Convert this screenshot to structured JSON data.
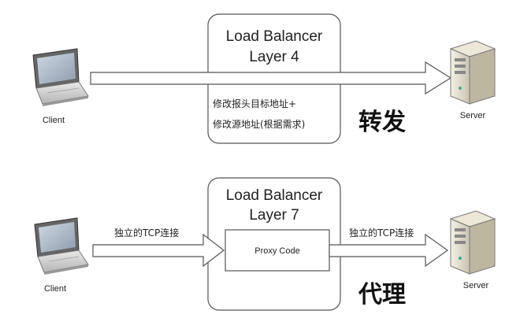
{
  "top": {
    "client_label": "Client",
    "server_label": "Server",
    "box_line1": "Load Balancer",
    "box_line2": "Layer 4",
    "note_line1": "修改报头目标地址+",
    "note_line2": "修改源地址(根据需求)",
    "mode_label": "转发"
  },
  "bottom": {
    "client_label": "Client",
    "server_label": "Server",
    "box_line1": "Load Balancer",
    "box_line2": "Layer 7",
    "proxy_label": "Proxy Code",
    "left_conn_label": "独立的TCP连接",
    "right_conn_label": "独立的TCP连接",
    "mode_label": "代理"
  }
}
